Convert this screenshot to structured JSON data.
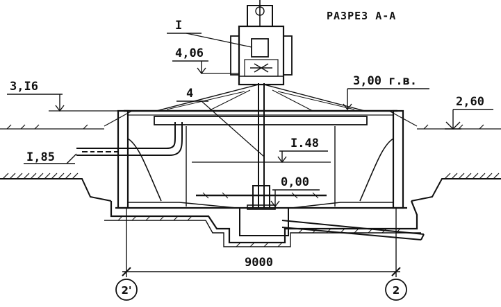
{
  "title": "РАЗРЕЗ А-А",
  "callouts": {
    "detail_mark": "I",
    "part_number": "4"
  },
  "elevations": {
    "top_drive": "4,06",
    "left_ground": "3,I6",
    "water_level": "3,00 г.в.",
    "right_ground": "2,60",
    "inlet_pipe": "I,85",
    "inner_level": "I.48",
    "bottom": "0,00"
  },
  "dimension": {
    "span": "9000"
  },
  "axes": {
    "left": "2'",
    "right": "2"
  }
}
